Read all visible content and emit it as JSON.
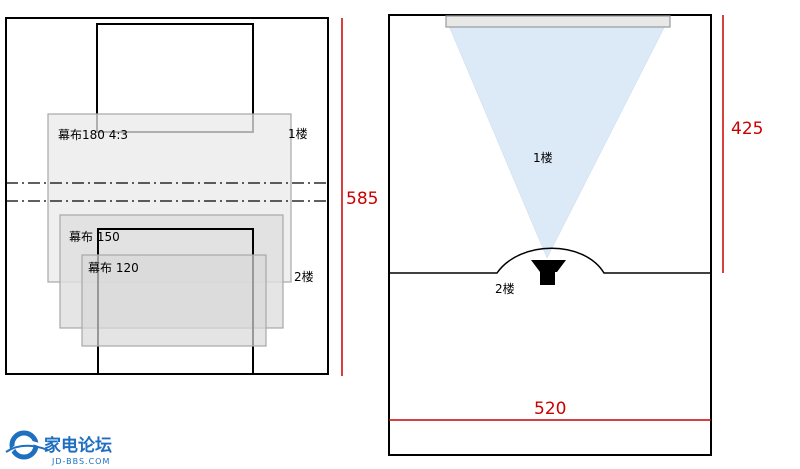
{
  "left_panel": {
    "screen_180_label": "幕布180 4:3",
    "screen_150_label": "幕布 150",
    "screen_120_label": "幕布 120",
    "floor_1_label": "1楼",
    "floor_2_label": "2楼",
    "height_dimension": "585"
  },
  "right_panel": {
    "beam_label": "1楼",
    "floor_2_label": "2楼",
    "height_dimension": "425",
    "width_dimension": "520"
  },
  "logo": {
    "name": "家电论坛",
    "url_text": "JD-BBS.COM"
  },
  "colors": {
    "outline": "#000000",
    "dimension": "#cc0000",
    "beam": "#dce9f7",
    "screen_fill": "#e4e4e4",
    "screen_stroke": "#a8a8a8",
    "logo": "#1f6fc0"
  }
}
